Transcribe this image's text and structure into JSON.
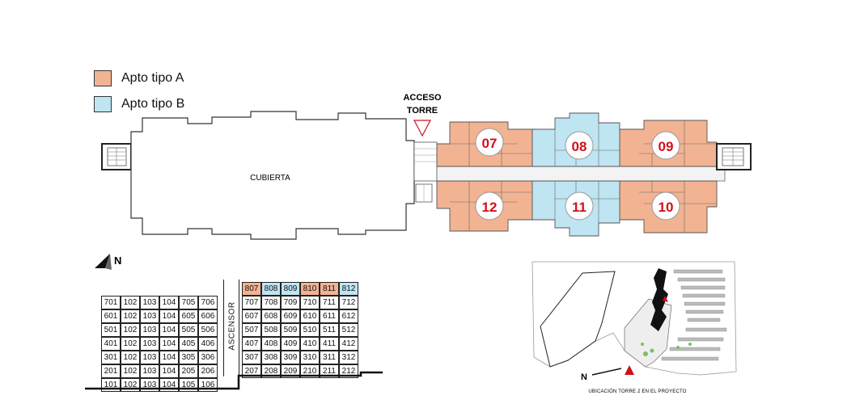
{
  "legend": [
    {
      "label": "Apto tipo A",
      "color": "#f2b392"
    },
    {
      "label": "Apto tipo B",
      "color": "#bfe4f2"
    }
  ],
  "plan": {
    "roof_label": "CUBIERTA",
    "access_label_line1": "ACCESO",
    "access_label_line2": "TORRE",
    "units": [
      {
        "number": "07",
        "type": "A"
      },
      {
        "number": "08",
        "type": "B"
      },
      {
        "number": "09",
        "type": "A"
      },
      {
        "number": "12",
        "type": "A"
      },
      {
        "number": "11",
        "type": "B"
      },
      {
        "number": "10",
        "type": "A"
      }
    ],
    "unit_number_color": "#d0101a"
  },
  "north_label": "N",
  "apartment_table": {
    "elevator_label": "ASCENSOR",
    "top_row": [
      "807",
      "808",
      "809",
      "810",
      "811",
      "812"
    ],
    "top_row_types": [
      "A",
      "B",
      "B",
      "A",
      "A",
      "B"
    ],
    "left_rows": [
      [
        "701",
        "102",
        "103",
        "104",
        "705",
        "706"
      ],
      [
        "601",
        "102",
        "103",
        "104",
        "605",
        "606"
      ],
      [
        "501",
        "102",
        "103",
        "104",
        "505",
        "506"
      ],
      [
        "401",
        "102",
        "103",
        "104",
        "405",
        "406"
      ],
      [
        "301",
        "102",
        "103",
        "104",
        "305",
        "306"
      ],
      [
        "201",
        "102",
        "103",
        "104",
        "205",
        "206"
      ],
      [
        "101",
        "102",
        "103",
        "104",
        "105",
        "106"
      ]
    ],
    "right_rows": [
      [
        "707",
        "708",
        "709",
        "710",
        "711",
        "712"
      ],
      [
        "607",
        "608",
        "609",
        "610",
        "611",
        "612"
      ],
      [
        "507",
        "508",
        "509",
        "510",
        "511",
        "512"
      ],
      [
        "407",
        "408",
        "409",
        "410",
        "411",
        "412"
      ],
      [
        "307",
        "308",
        "309",
        "310",
        "311",
        "312"
      ],
      [
        "207",
        "208",
        "209",
        "210",
        "211",
        "212"
      ]
    ]
  },
  "site_plan": {
    "north_label": "N",
    "caption": "UBICACIÓN TORRE 2 EN EL PROYECTO"
  }
}
